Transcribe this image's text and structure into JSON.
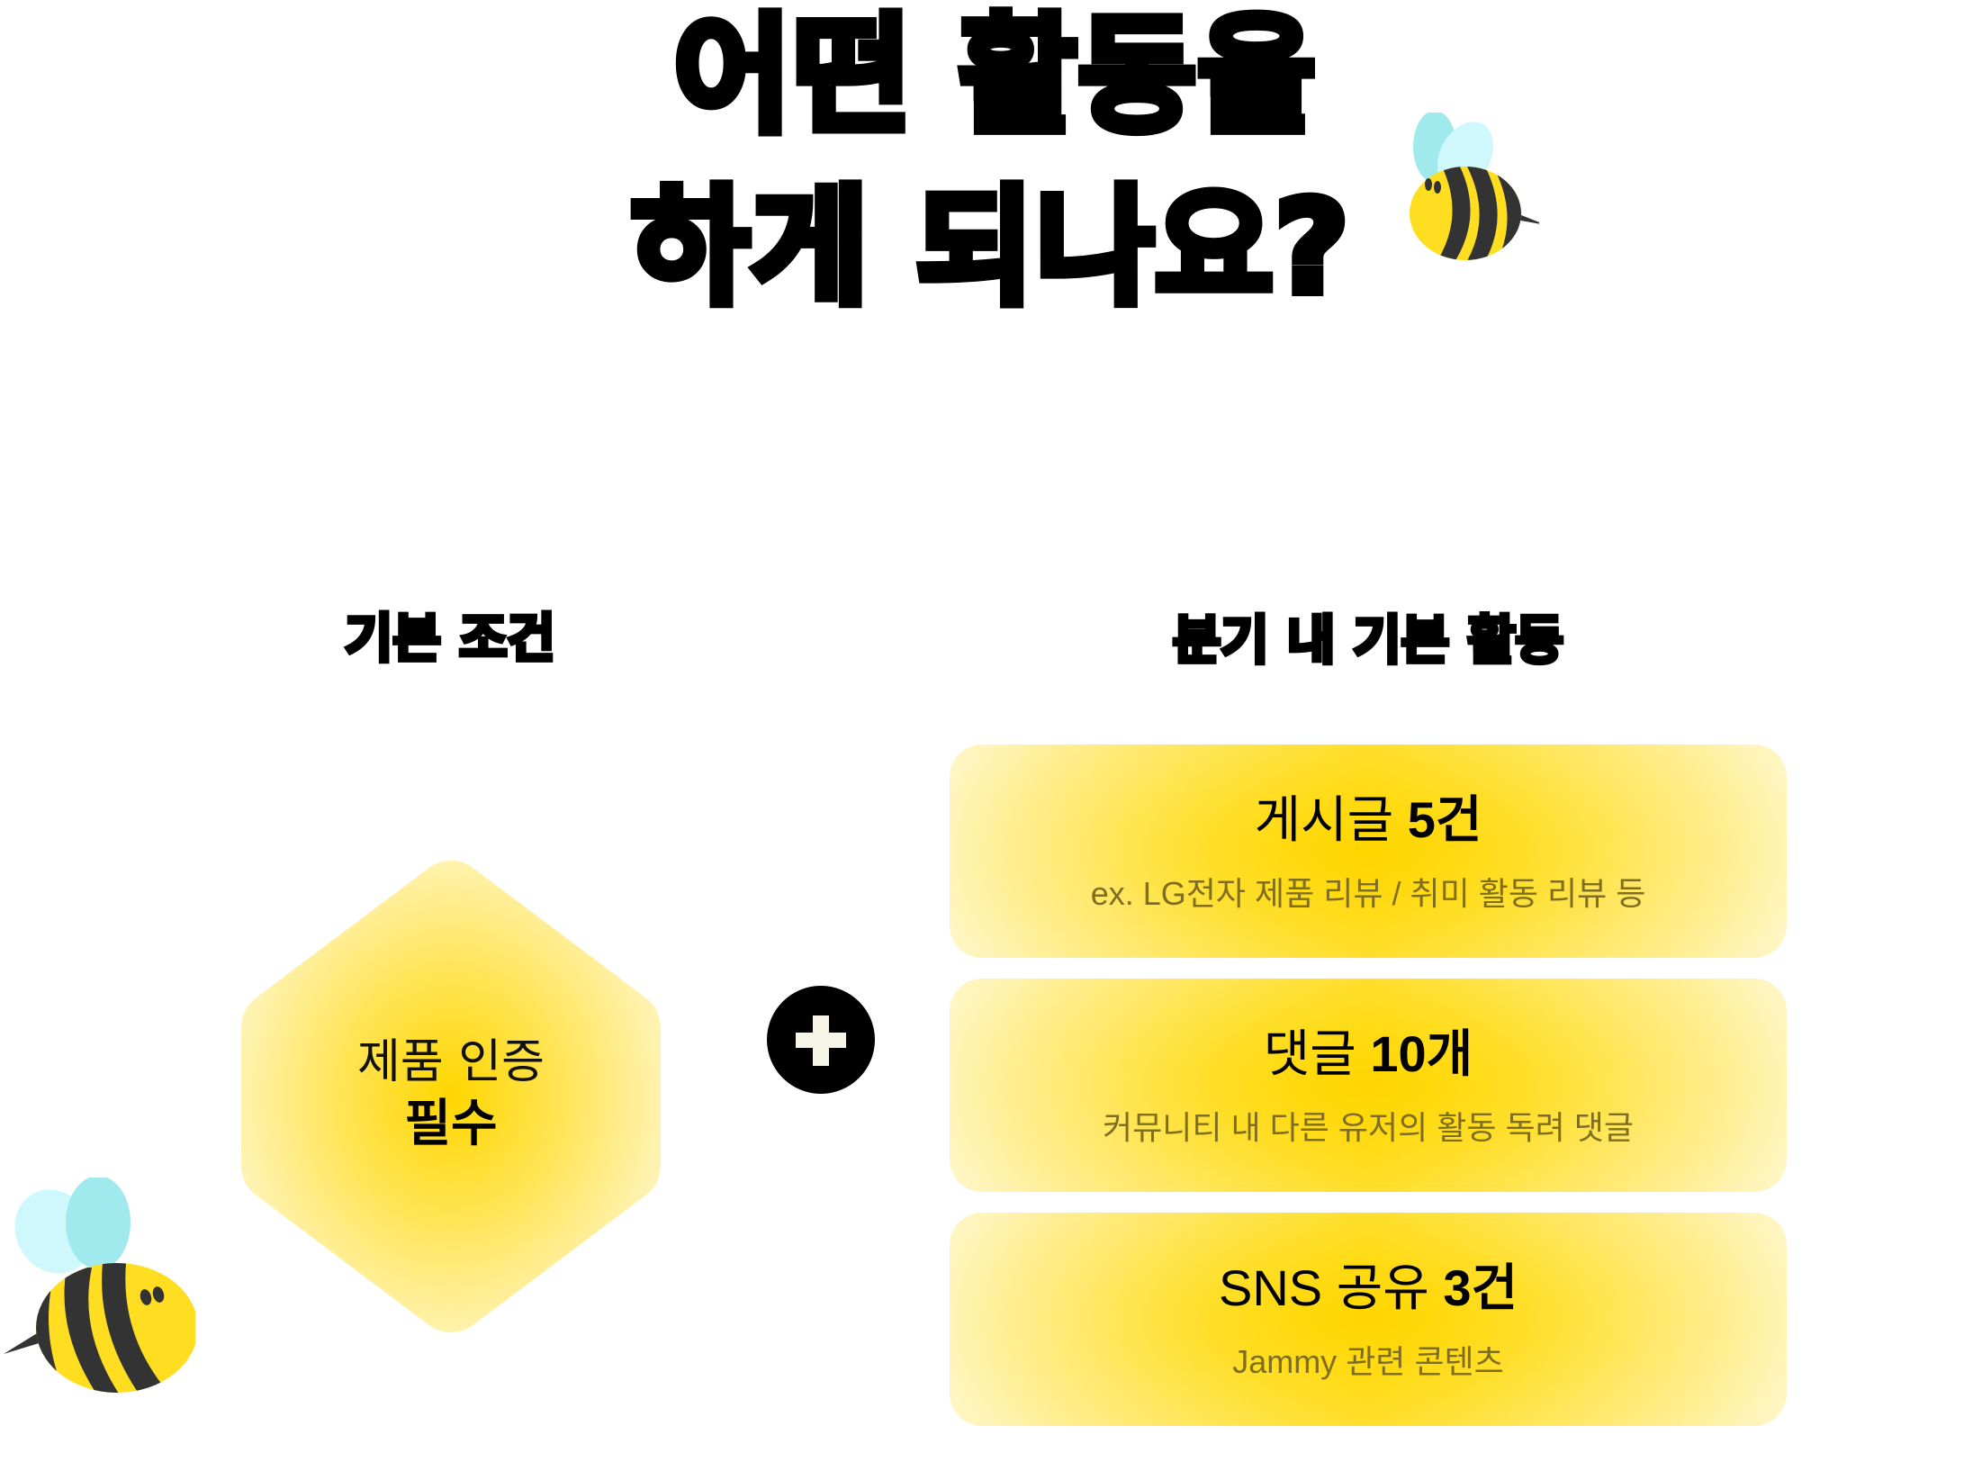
{
  "title": {
    "line1": "어떤 활동을",
    "line2": "하게 되나요?"
  },
  "left_section": {
    "heading": "기본 조건",
    "hexagon": {
      "line1": "제품 인증",
      "line2": "필수"
    }
  },
  "connector": {
    "icon": "plus-icon"
  },
  "right_section": {
    "heading": "분기 내 기본 활동",
    "cards": [
      {
        "title_prefix": "게시글 ",
        "title_bold": "5건",
        "subtitle": "ex. LG전자 제품 리뷰 / 취미 활동 리뷰 등"
      },
      {
        "title_prefix": "댓글 ",
        "title_bold": "10개",
        "subtitle": "커뮤니티 내 다른 유저의 활동 독려 댓글"
      },
      {
        "title_prefix": "SNS 공유 ",
        "title_bold": "3건",
        "subtitle": "Jammy 관련 콘텐츠"
      }
    ]
  },
  "decorations": {
    "bee_top_right": "bee-icon",
    "bee_bottom_left": "bee-icon"
  },
  "colors": {
    "accent_yellow": "#ffd600",
    "subtitle_olive": "#7f6e1f",
    "bee_body": "#ffde22",
    "bee_stripe": "#333333",
    "bee_wing_dark": "#a0eaee",
    "bee_wing_light": "#cff8fc",
    "plus_fg": "#f7f5e8"
  }
}
